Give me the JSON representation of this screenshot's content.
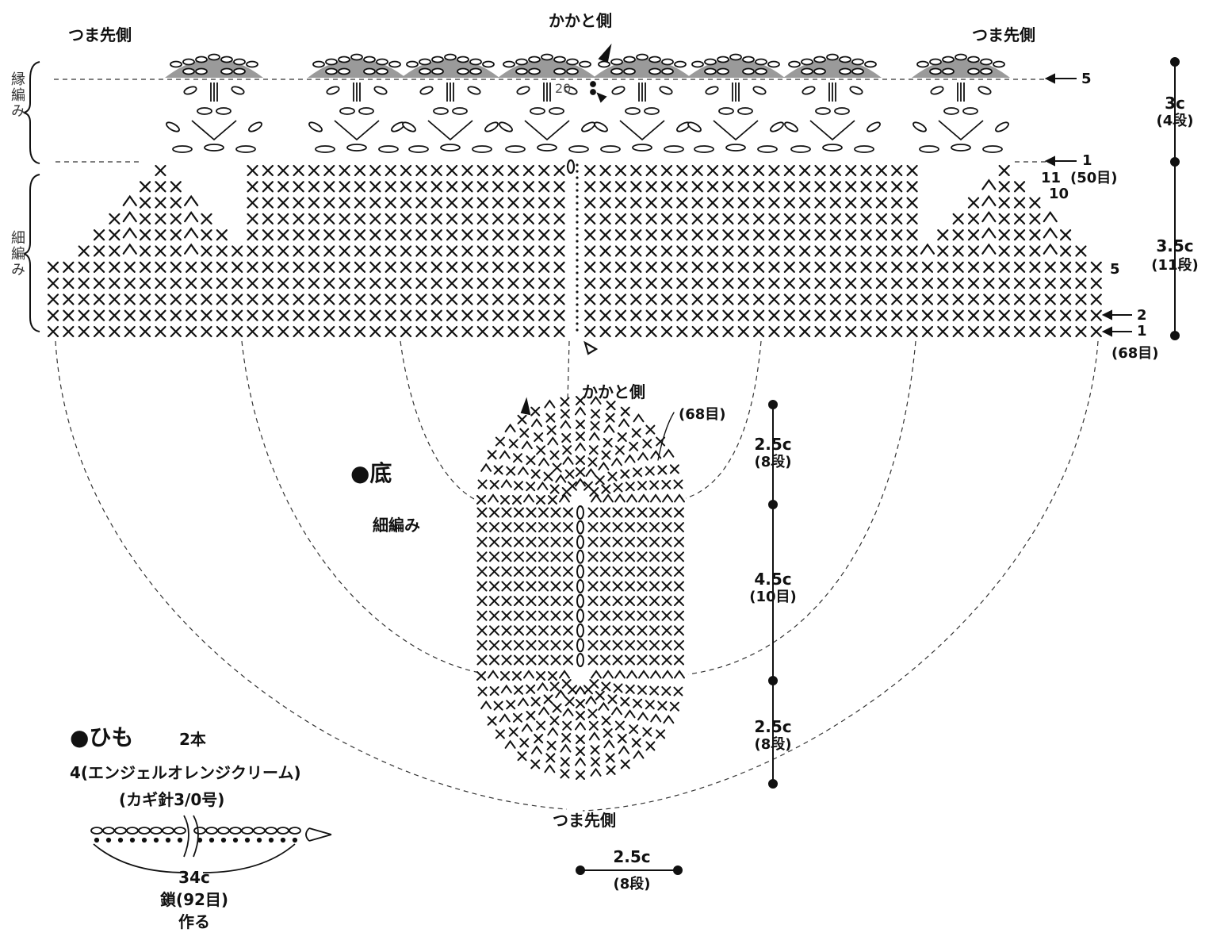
{
  "top": {
    "toe_left": "つま先側",
    "heel": "かかと側",
    "toe_right": "つま先側",
    "row20": "20"
  },
  "side": {
    "border": "縁編み",
    "single": "細編み"
  },
  "right_scale": {
    "row5": "5",
    "row1_top": "1",
    "row11": "11",
    "stitches50": "(50目)",
    "row10": "10",
    "row5b": "5",
    "row2": "2",
    "row1": "1",
    "stitches68": "(68目)",
    "border_cm": "3c",
    "border_rows": "(4段)",
    "single_cm": "3.5c",
    "single_rows": "(11段)"
  },
  "sole": {
    "title": "●底",
    "stitch": "細編み",
    "heel": "かかと側",
    "stitches": "(68目)",
    "toe": "つま先側",
    "dim1_cm": "2.5c",
    "dim1_rows": "(8段)",
    "dim2_cm": "4.5c",
    "dim2_rows": "(10目)",
    "dim3_cm": "2.5c",
    "dim3_rows": "(8段)",
    "width_cm": "2.5c",
    "width_rows": "(8段)"
  },
  "cord": {
    "title": "●ひも",
    "count": "2本",
    "yarn": "4(エンジェルオレンジクリーム)",
    "hook": "(カギ針3/0号)",
    "length": "34c",
    "chain": "鎖(92目)",
    "make": "作る"
  },
  "colors": {
    "ink": "#111111",
    "shade": "#9a9a9a"
  }
}
